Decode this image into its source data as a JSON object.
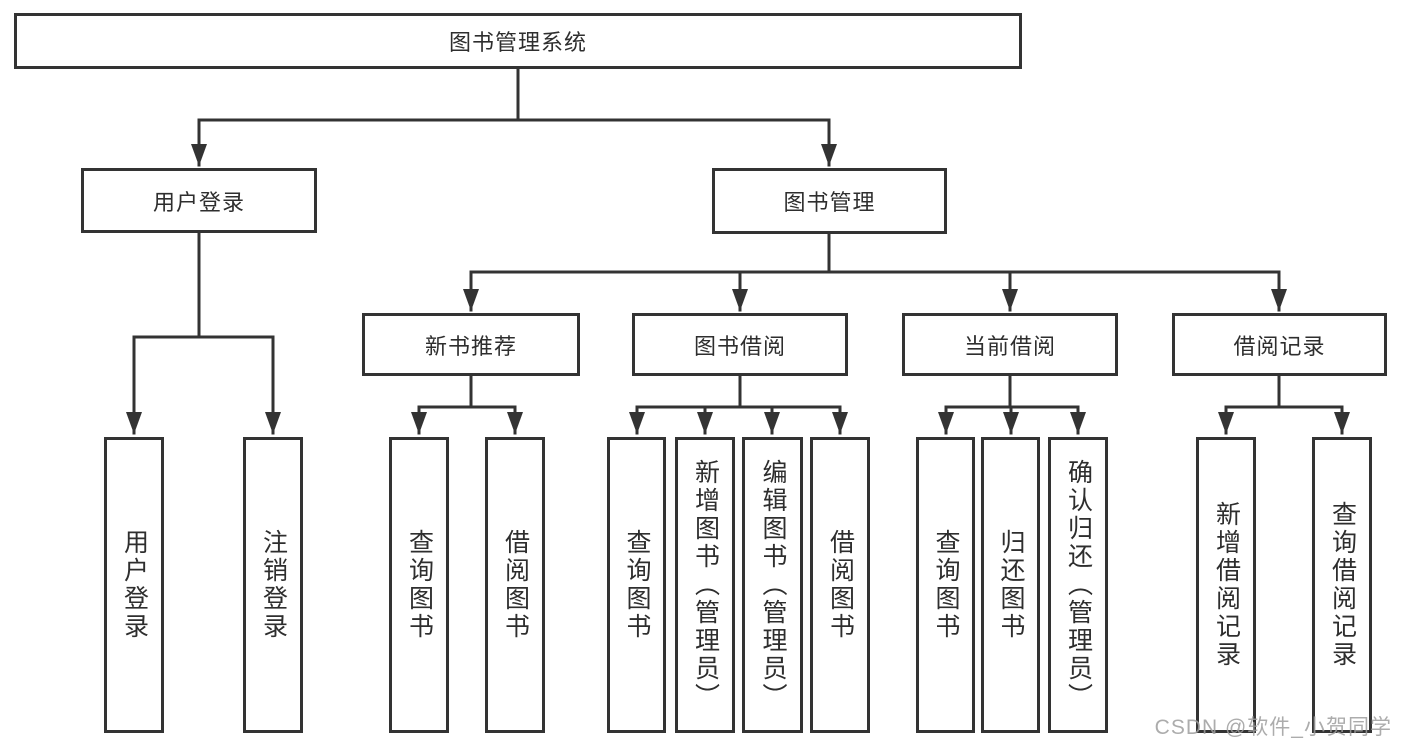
{
  "diagram": {
    "watermark": "CSDN @软件_小贺同学",
    "colors": {
      "line": "#333333",
      "text": "#2e2e2e",
      "background": "#ffffff",
      "watermark": "#9e9e9e"
    }
  },
  "nodes": {
    "root": {
      "label": "图书管理系统"
    },
    "user_login": {
      "label": "用户登录"
    },
    "book_mgmt": {
      "label": "图书管理"
    },
    "new_book_rec": {
      "label": "新书推荐"
    },
    "book_borrow": {
      "label": "图书借阅"
    },
    "current_borrow": {
      "label": "当前借阅"
    },
    "borrow_record": {
      "label": "借阅记录"
    },
    "leaves": {
      "user_login": {
        "label": "用户登录"
      },
      "logout": {
        "label": "注销登录"
      },
      "rec_query_book": {
        "label": "查询图书"
      },
      "rec_borrow_book": {
        "label": "借阅图书"
      },
      "borrow_query_book": {
        "label": "查询图书"
      },
      "borrow_add_book": {
        "label": "新增图书（管理员）"
      },
      "borrow_edit_book": {
        "label": "编辑图书（管理员）"
      },
      "borrow_borrow_book": {
        "label": "借阅图书"
      },
      "current_query_book": {
        "label": "查询图书"
      },
      "current_return_book": {
        "label": "归还图书"
      },
      "current_confirm_return": {
        "label": "确认归还（管理员）"
      },
      "record_add": {
        "label": "新增借阅记录"
      },
      "record_query": {
        "label": "查询借阅记录"
      }
    }
  }
}
